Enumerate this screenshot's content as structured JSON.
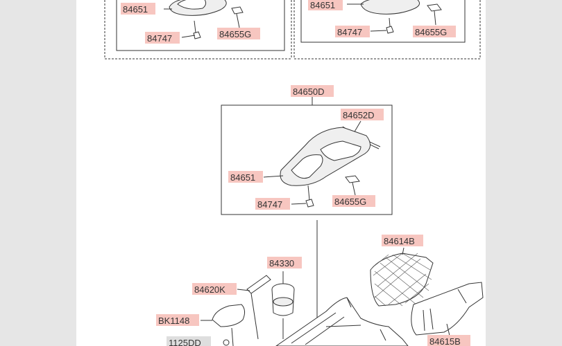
{
  "diagram": {
    "background_color": "#e6e6e6",
    "label_highlight_color": "#f7c6c0",
    "labels": {
      "top_left_84651": "84651",
      "top_left_84747": "84747",
      "top_left_84655G": "84655G",
      "top_right_84651": "84651",
      "top_right_84747": "84747",
      "top_right_84655G": "84655G",
      "main_84650D": "84650D",
      "main_84652D": "84652D",
      "main_84651": "84651",
      "main_84747": "84747",
      "main_84655G": "84655G",
      "part_84614B": "84614B",
      "part_84330": "84330",
      "part_84620K": "84620K",
      "part_BK1148": "BK1148",
      "part_1125DD": "1125DD",
      "part_84615B": "84615B"
    }
  }
}
